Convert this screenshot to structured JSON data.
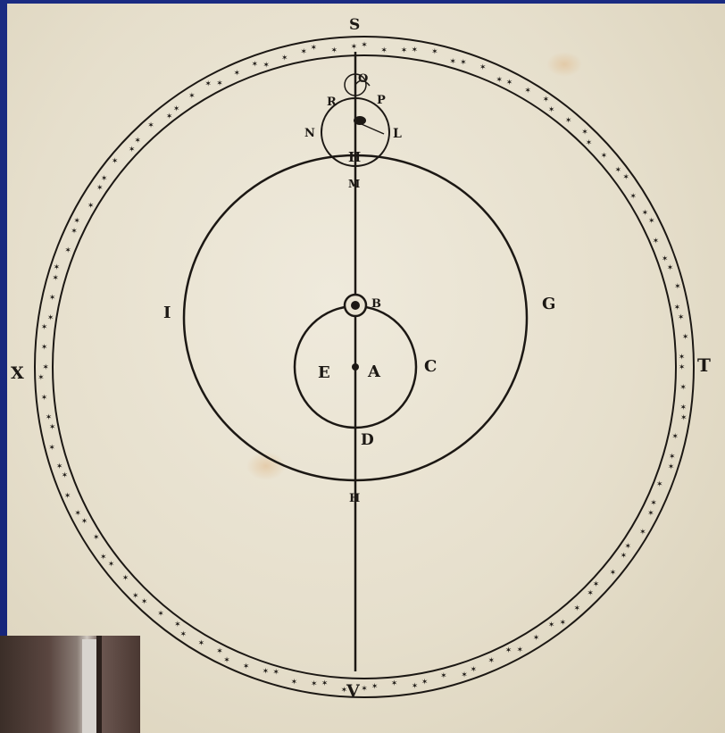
{
  "diagram": {
    "labels": {
      "S": "S",
      "O": "O",
      "R": "R",
      "P": "P",
      "N": "N",
      "L": "L",
      "H_top": "H",
      "M": "M",
      "I": "I",
      "G": "G",
      "B": "B",
      "E": "E",
      "A": "A",
      "C": "C",
      "D": "D",
      "H_bottom": "H",
      "X": "X",
      "T": "T",
      "V": "V"
    }
  },
  "colors": {
    "background": "#1a2b82",
    "paper": "#e9e3d2",
    "ink": "#1c1814"
  }
}
